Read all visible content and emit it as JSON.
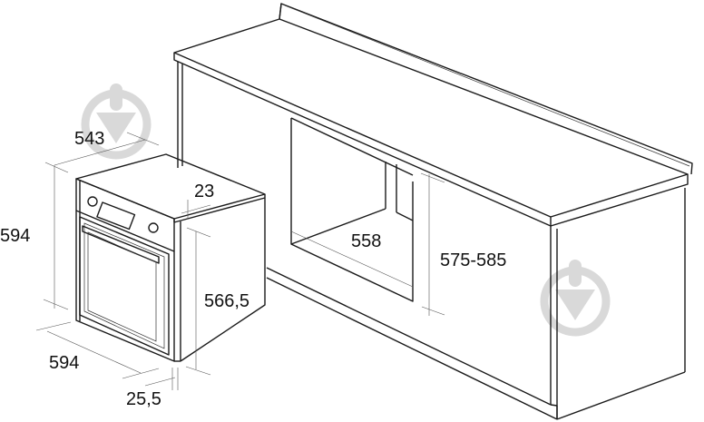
{
  "diagram": {
    "subject": "Built-in oven installation dimensions",
    "units": "mm",
    "oven": {
      "depth_total": "543",
      "height": "594",
      "width": "594",
      "front_panel_thickness": "23",
      "body_height": "566,5",
      "bottom_offset": "25,5"
    },
    "cabinet_niche": {
      "width": "558",
      "height": "575-585"
    },
    "watermark": {
      "icon": "trowel-in-circle-icon",
      "count": 2,
      "color": "#d9d9d9"
    }
  }
}
